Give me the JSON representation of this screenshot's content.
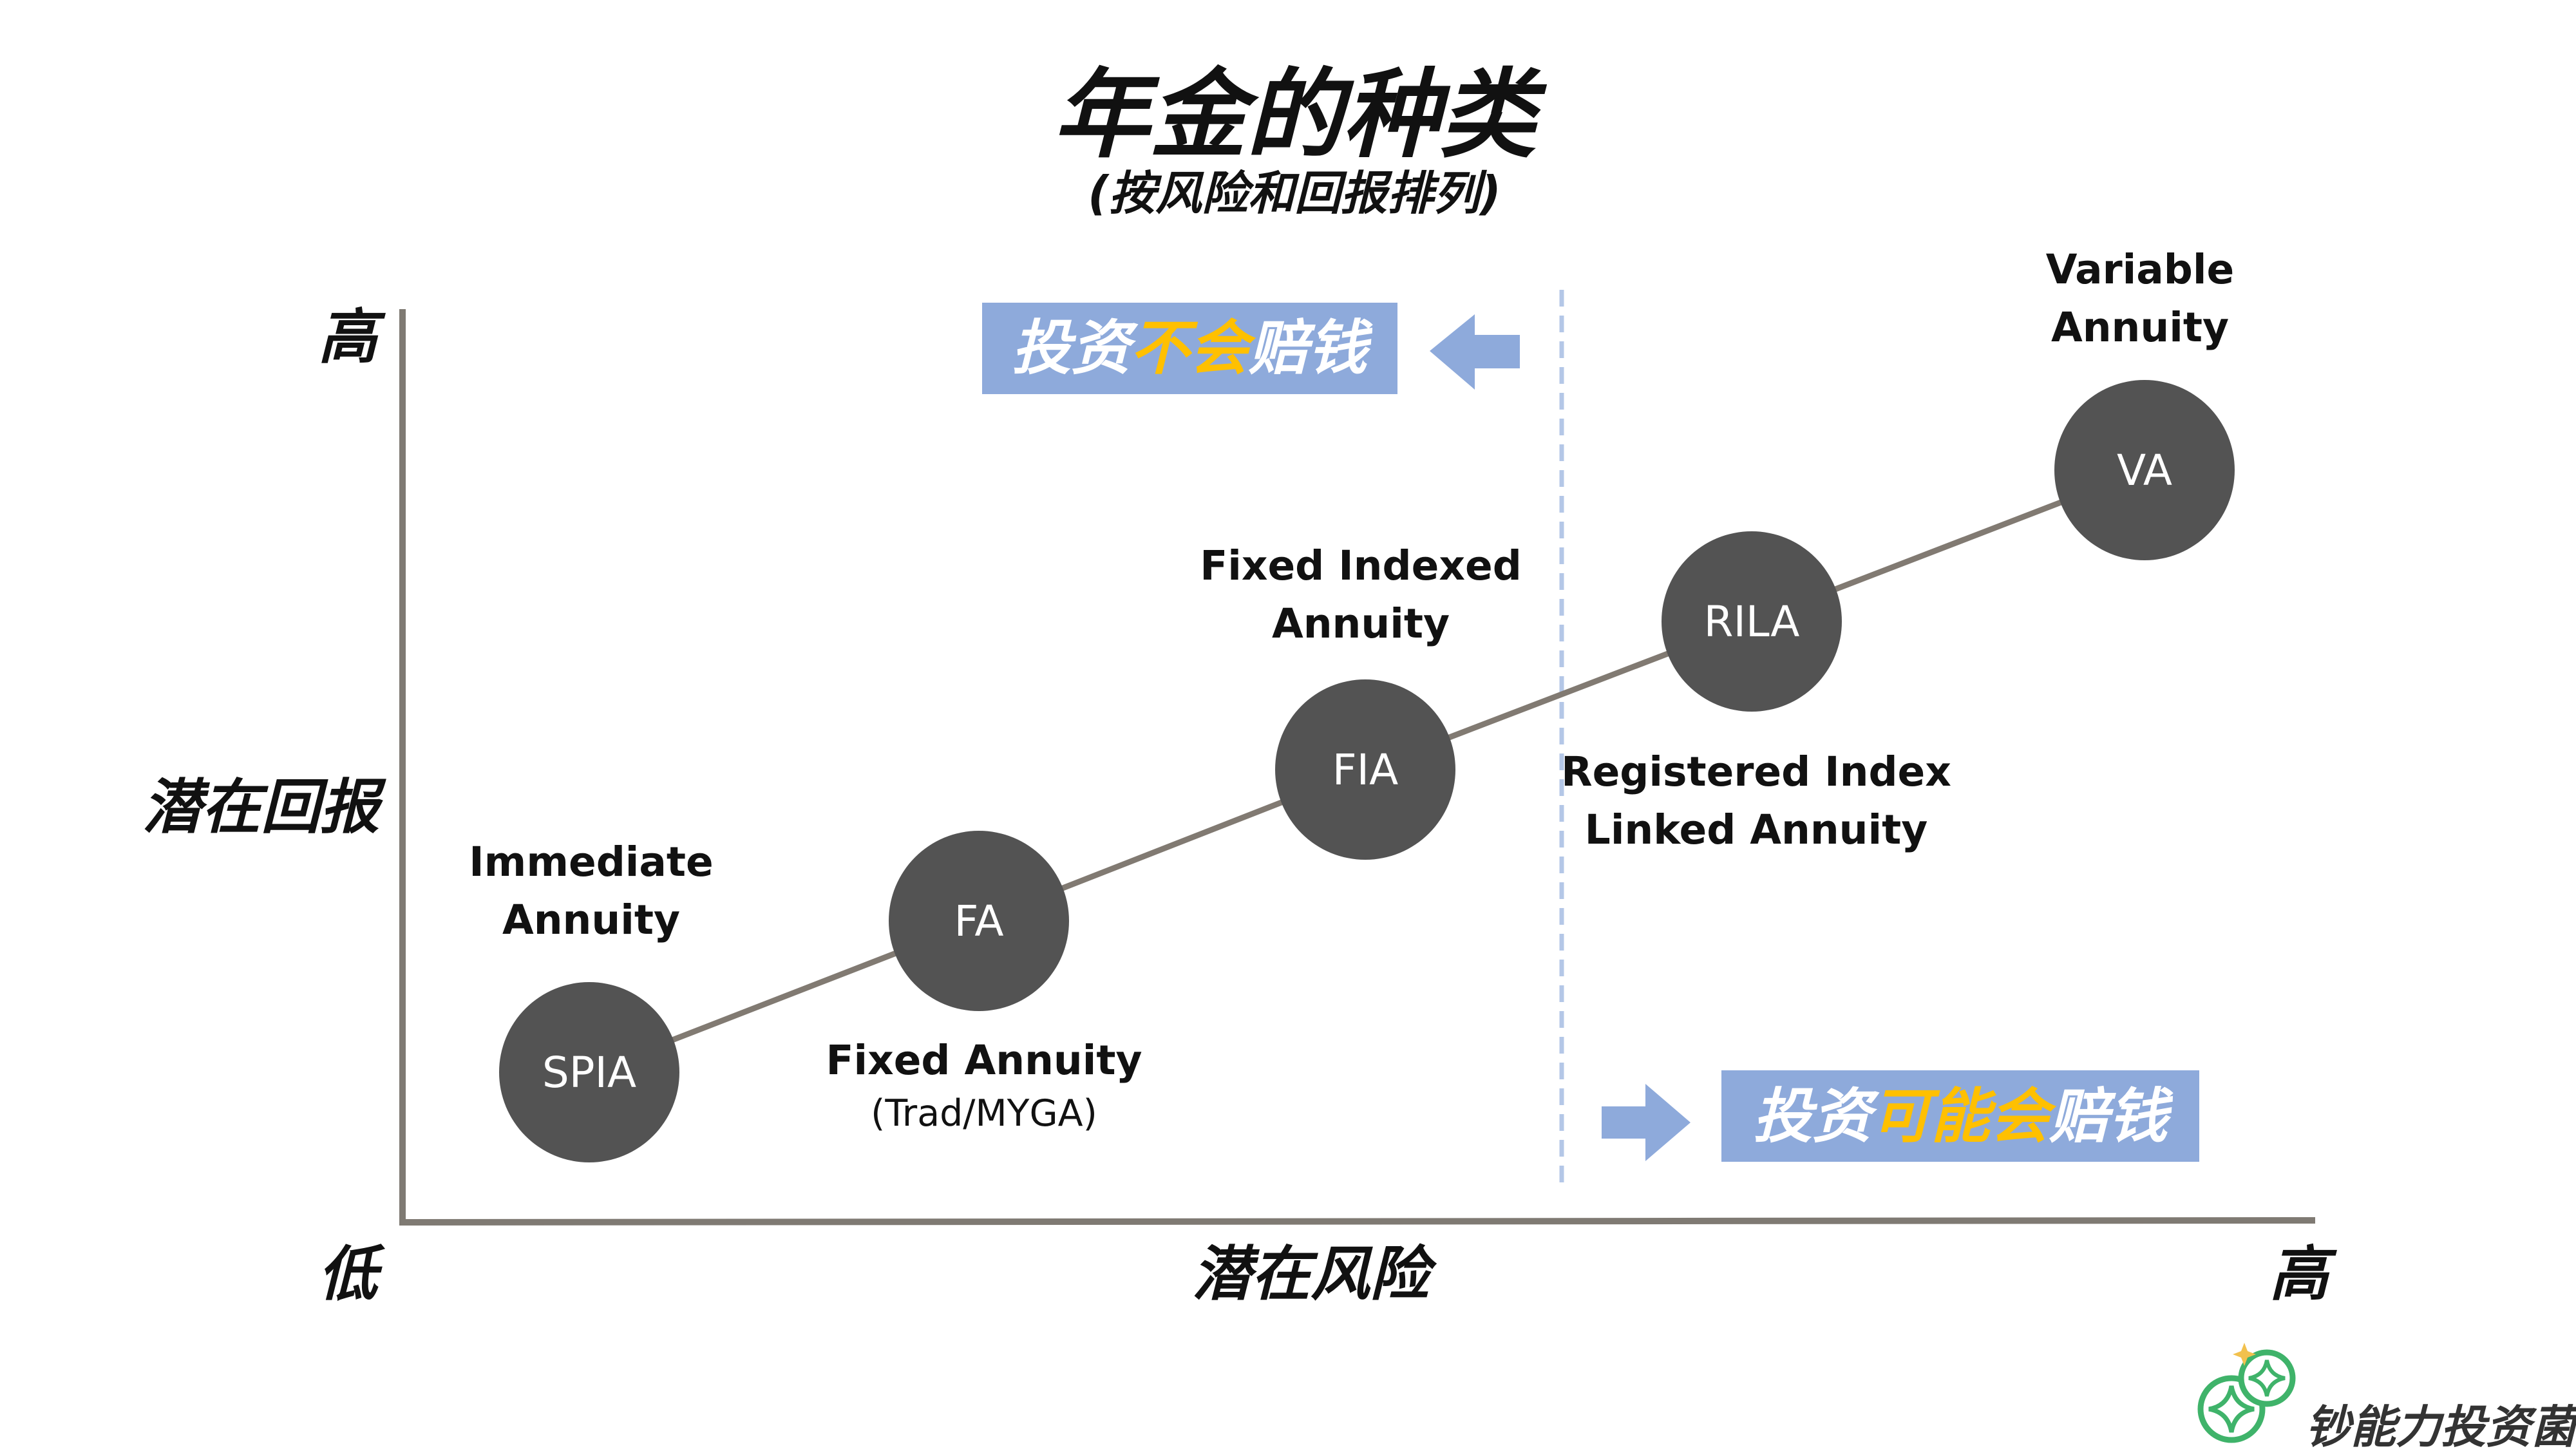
{
  "title": "年金的种类",
  "subtitle": "(按风险和回报排列)",
  "axes": {
    "y_label": "潜在回报",
    "y_high": "高",
    "x_label": "潜在风险",
    "x_low": "低",
    "x_high": "高"
  },
  "nodes": [
    {
      "abbr": "SPIA",
      "name_line1": "Immediate",
      "name_line2": "Annuity",
      "note": ""
    },
    {
      "abbr": "FA",
      "name_line1": "Fixed Annuity",
      "name_line2": "",
      "note": "(Trad/MYGA)"
    },
    {
      "abbr": "FIA",
      "name_line1": "Fixed Indexed",
      "name_line2": "Annuity",
      "note": ""
    },
    {
      "abbr": "RILA",
      "name_line1": "Registered Index",
      "name_line2": "Linked Annuity",
      "note": ""
    },
    {
      "abbr": "VA",
      "name_line1": "Variable",
      "name_line2": "Annuity",
      "note": ""
    }
  ],
  "banners": {
    "no_loss": {
      "part1": "投资",
      "highlight": "不会",
      "part2": "赔钱"
    },
    "may_lose": {
      "part1": "投资",
      "highlight": "可能会",
      "part2": "赔钱"
    }
  },
  "brand": {
    "name": "钞能力投资菌",
    "logo_icon": "coins-logo-icon"
  },
  "colors": {
    "node_fill": "#535353",
    "axis": "#7f7a73",
    "connector": "#817a72",
    "banner_bg": "#8eaadb",
    "highlight": "#ffc000",
    "divider": "#b4c7e7",
    "brand_green": "#3fb36a"
  }
}
